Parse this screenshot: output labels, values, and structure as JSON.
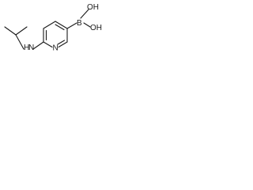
{
  "structure": {
    "atoms": {
      "boron": "B",
      "hydroxyl_top": "OH",
      "hydroxyl_right": "OH",
      "ring_nitrogen": "N",
      "amine": "H\nN",
      "amine_h": "H",
      "amine_n": "N"
    }
  }
}
